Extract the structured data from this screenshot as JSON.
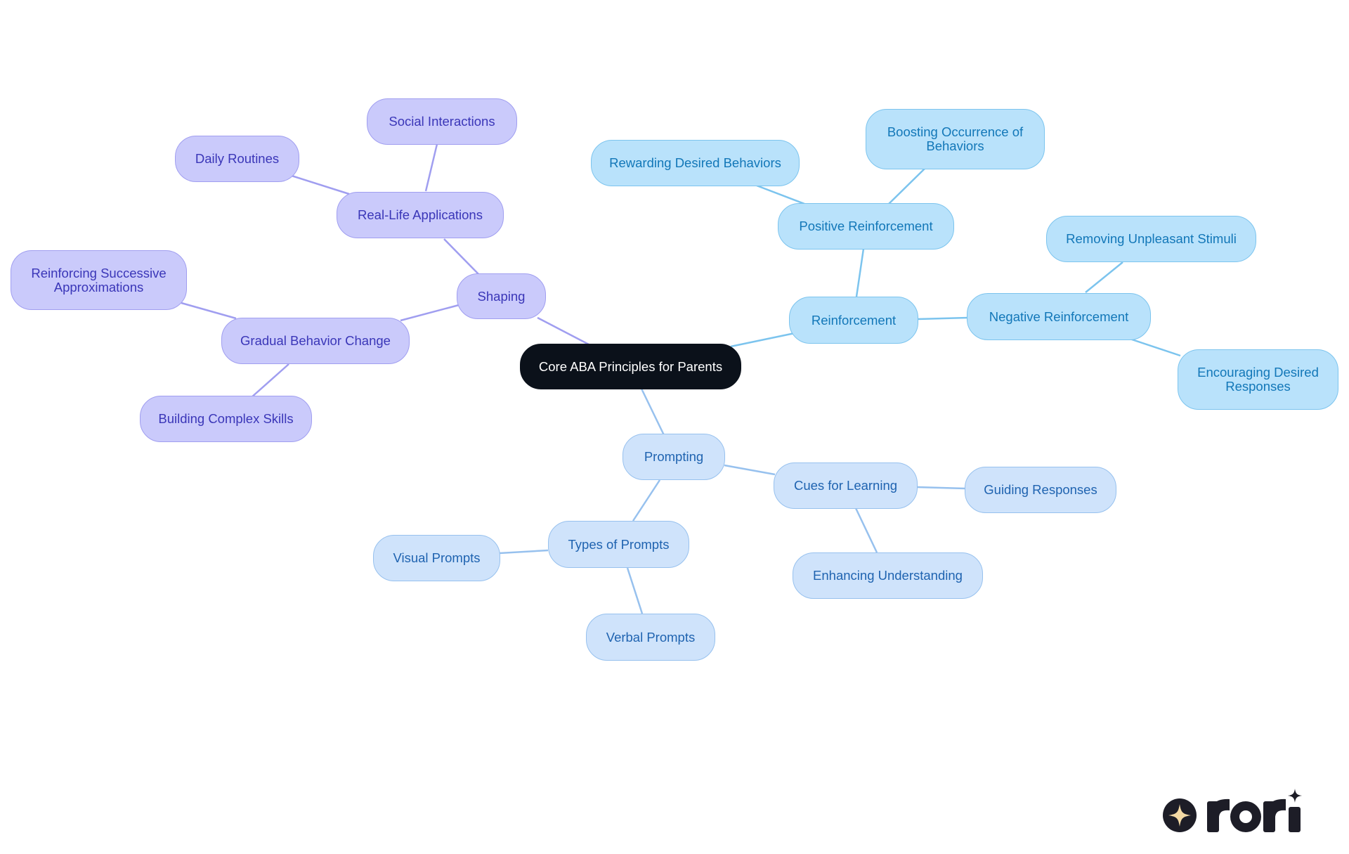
{
  "mindmap": {
    "central": "Core ABA Principles for Parents",
    "branches": [
      {
        "label": "Shaping",
        "children": [
          {
            "label": "Real-Life Applications",
            "children": [
              "Social Interactions",
              "Daily Routines"
            ]
          },
          {
            "label": "Gradual Behavior Change",
            "children": [
              "Reinforcing Successive Approximations",
              "Building Complex Skills"
            ]
          }
        ]
      },
      {
        "label": "Reinforcement",
        "children": [
          {
            "label": "Positive Reinforcement",
            "children": [
              "Rewarding Desired Behaviors",
              "Boosting Occurrence of Behaviors"
            ]
          },
          {
            "label": "Negative Reinforcement",
            "children": [
              "Removing Unpleasant Stimuli",
              "Encouraging Desired Responses"
            ]
          }
        ]
      },
      {
        "label": "Prompting",
        "children": [
          {
            "label": "Cues for Learning",
            "children": [
              "Guiding Responses",
              "Enhancing Understanding"
            ]
          },
          {
            "label": "Types of Prompts",
            "children": [
              "Visual Prompts",
              "Verbal Prompts"
            ]
          }
        ]
      }
    ]
  },
  "colors": {
    "central_fill": "#0b111a",
    "shaping_fill": "#cacafb",
    "shaping_text": "#3a36b8",
    "shaping_edge": "#a09ef0",
    "reinforcement_fill": "#b9e2fb",
    "reinforcement_text": "#1277b8",
    "reinforcement_edge": "#7cc4ee",
    "prompting_fill": "#cfe3fb",
    "prompting_text": "#1f63b0",
    "prompting_edge": "#97c1ee"
  },
  "logo": {
    "icon": "sparkle-icon",
    "wordmark": "rori"
  }
}
